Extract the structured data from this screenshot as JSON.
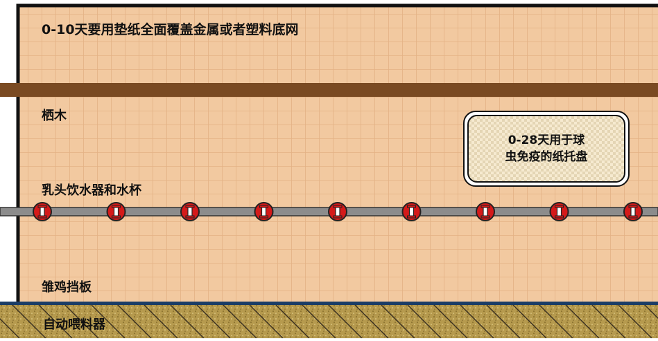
{
  "labels": {
    "title": "0-10天要用垫纸全面覆盖金属或者塑料底网",
    "perch": "栖木",
    "drinker": "乳头饮水器和水杯",
    "chick_guard": "雏鸡挡板",
    "feeder": "自动喂料器"
  },
  "callout": {
    "line1": "0-28天用于球",
    "line2": "虫免疫的纸托盘"
  },
  "drinkers": {
    "nipple_count": 9
  },
  "colors": {
    "paper_fill": "#f2c9a0",
    "grid_line": "#e3b184",
    "perch": "#7a4a22",
    "drinker_line": "#8c8c8c",
    "nipple_cup": "#d41a1a",
    "feeder_trough": "#b69a4e",
    "feeder_top": "#1b3d66",
    "frame": "#111111"
  }
}
